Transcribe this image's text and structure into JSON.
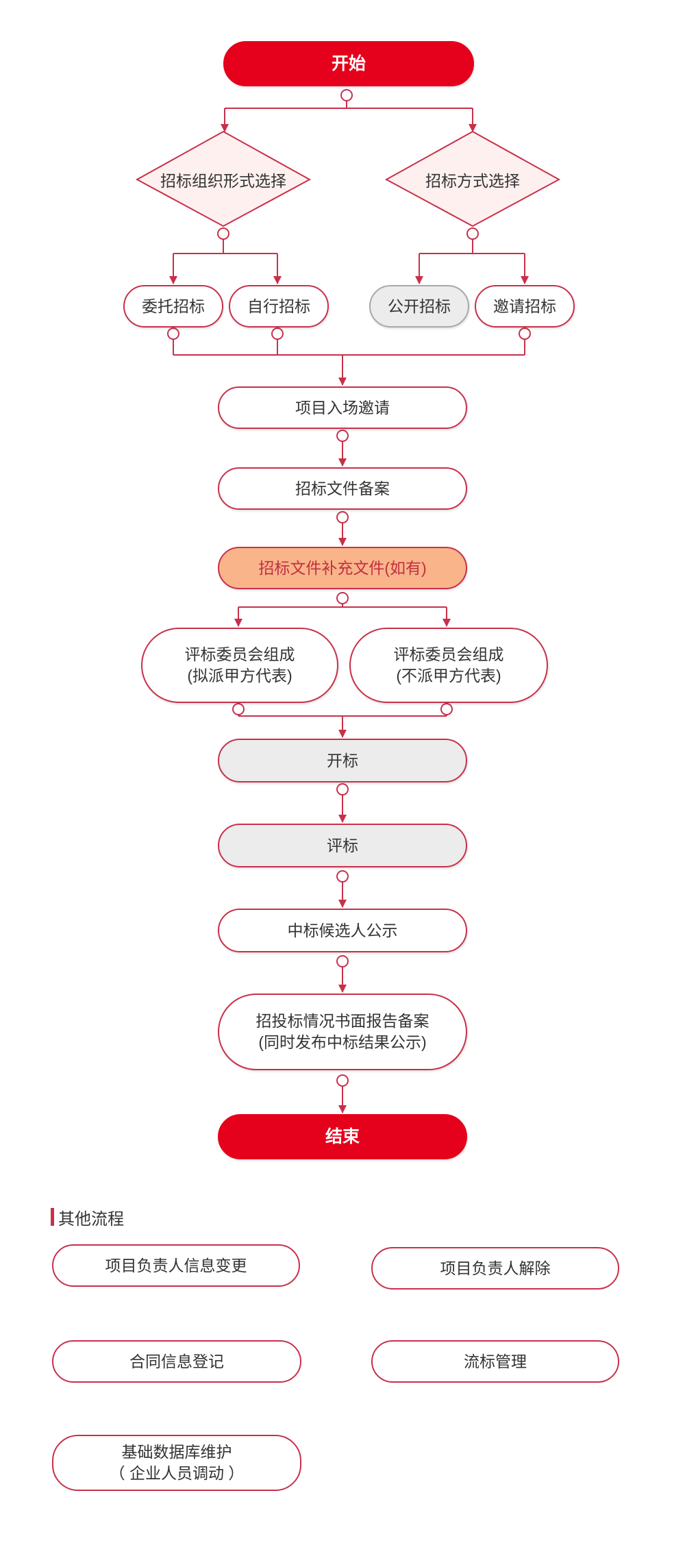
{
  "colors": {
    "accent": "#c8304a",
    "terminal_fill": "#e5001c",
    "decision_fill": "#fdf0ef",
    "highlight_fill": "#f9b48a",
    "gray_fill": "#ececec"
  },
  "flow": {
    "start": "开始",
    "decision_org": "招标组织形式选择",
    "decision_method": "招标方式选择",
    "entrusted": "委托招标",
    "self": "自行招标",
    "open": "公开招标",
    "invited": "邀请招标",
    "project_entry": "项目入场邀请",
    "doc_filing": "招标文件备案",
    "doc_supplement": "招标文件补充文件(如有)",
    "committee_a_line1": "评标委员会组成",
    "committee_a_line2": "(拟派甲方代表)",
    "committee_b_line1": "评标委员会组成",
    "committee_b_line2": "(不派甲方代表)",
    "bid_opening": "开标",
    "evaluation": "评标",
    "candidate_notice": "中标候选人公示",
    "report_line1": "招投标情况书面报告备案",
    "report_line2": "(同时发布中标结果公示)",
    "end": "结束"
  },
  "other": {
    "title": "其他流程",
    "pm_change": "项目负责人信息变更",
    "pm_release": "项目负责人解除",
    "contract": "合同信息登记",
    "failed_bid": "流标管理",
    "db_line1": "基础数据库维护",
    "db_line2": "（ 企业人员调动 ）"
  }
}
